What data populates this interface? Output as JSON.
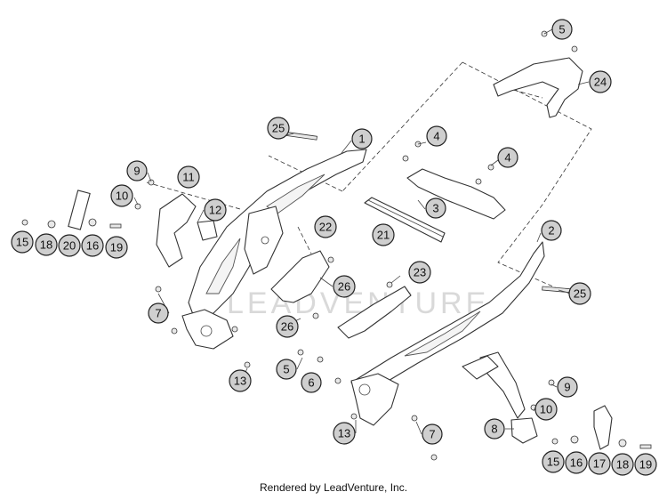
{
  "watermark": "LEADVENTURE",
  "credit": "Rendered by LeadVenture, Inc.",
  "callouts": [
    {
      "id": "c5a",
      "label": "5"
    },
    {
      "id": "c24",
      "label": "24"
    },
    {
      "id": "c1",
      "label": "1"
    },
    {
      "id": "c25a",
      "label": "25"
    },
    {
      "id": "c4a",
      "label": "4"
    },
    {
      "id": "c4b",
      "label": "4"
    },
    {
      "id": "c9a",
      "label": "9"
    },
    {
      "id": "c11",
      "label": "11"
    },
    {
      "id": "c10a",
      "label": "10"
    },
    {
      "id": "c12",
      "label": "12"
    },
    {
      "id": "c3",
      "label": "3"
    },
    {
      "id": "c22",
      "label": "22"
    },
    {
      "id": "c21",
      "label": "21"
    },
    {
      "id": "c2",
      "label": "2"
    },
    {
      "id": "c15a",
      "label": "15"
    },
    {
      "id": "c18a",
      "label": "18"
    },
    {
      "id": "c20",
      "label": "20"
    },
    {
      "id": "c16a",
      "label": "16"
    },
    {
      "id": "c19a",
      "label": "19"
    },
    {
      "id": "c23",
      "label": "23"
    },
    {
      "id": "c25b",
      "label": "25"
    },
    {
      "id": "c26a",
      "label": "26"
    },
    {
      "id": "c7a",
      "label": "7"
    },
    {
      "id": "c26b",
      "label": "26"
    },
    {
      "id": "c5b",
      "label": "5"
    },
    {
      "id": "c6",
      "label": "6"
    },
    {
      "id": "c13a",
      "label": "13"
    },
    {
      "id": "c9b",
      "label": "9"
    },
    {
      "id": "c10b",
      "label": "10"
    },
    {
      "id": "c8",
      "label": "8"
    },
    {
      "id": "c13b",
      "label": "13"
    },
    {
      "id": "c7b",
      "label": "7"
    },
    {
      "id": "c15b",
      "label": "15"
    },
    {
      "id": "c16b",
      "label": "16"
    },
    {
      "id": "c17",
      "label": "17"
    },
    {
      "id": "c18b",
      "label": "18"
    },
    {
      "id": "c19b",
      "label": "19"
    }
  ]
}
